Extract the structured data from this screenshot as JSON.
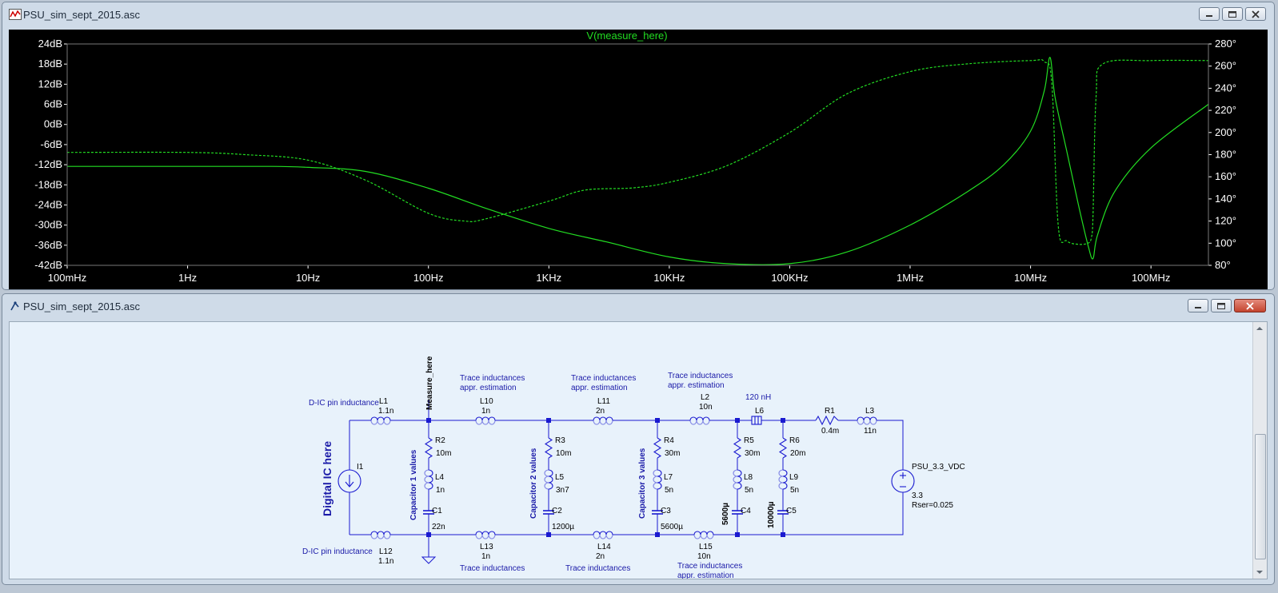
{
  "plot_window": {
    "title": "PSU_sim_sept_2015.asc",
    "trace_label": "V(measure_here)",
    "colors": {
      "background": "#000000",
      "trace": "#22dd22",
      "axis_text": "#ffffff"
    }
  },
  "chart_data": {
    "type": "line",
    "title": "V(measure_here)",
    "xscale": "log",
    "x_tick_labels": [
      "100mHz",
      "1Hz",
      "10Hz",
      "100Hz",
      "1KHz",
      "10KHz",
      "100KHz",
      "1MHz",
      "10MHz",
      "100MHz"
    ],
    "y_left_ticks": [
      "24dB",
      "18dB",
      "12dB",
      "6dB",
      "0dB",
      "-6dB",
      "-12dB",
      "-18dB",
      "-24dB",
      "-30dB",
      "-36dB",
      "-42dB"
    ],
    "y_right_ticks": [
      "280°",
      "260°",
      "240°",
      "220°",
      "200°",
      "180°",
      "160°",
      "140°",
      "120°",
      "100°",
      "80°"
    ],
    "ylim_left": [
      -42,
      24
    ],
    "ylim_right": [
      80,
      280
    ],
    "series": [
      {
        "style": "solid",
        "axis": "left",
        "x_hz": [
          0.1,
          1,
          5,
          10,
          30,
          100,
          300,
          1000,
          3000,
          10000,
          30000,
          100000,
          300000,
          1000000,
          3000000,
          6000000,
          10000000,
          13000000,
          14500000,
          16000000,
          20000000,
          25000000,
          30000000,
          33000000,
          36000000,
          50000000,
          100000000,
          300000000
        ],
        "values": [
          -12.5,
          -12.5,
          -12.5,
          -12.8,
          -14,
          -19,
          -25,
          -31,
          -35,
          -39.5,
          -41.5,
          -41.5,
          -38,
          -30,
          -20,
          -12,
          -2,
          10,
          20,
          8,
          -8,
          -24,
          -36,
          -40,
          -33,
          -20,
          -7,
          6
        ]
      },
      {
        "style": "dashed",
        "axis": "right",
        "x_hz": [
          0.1,
          1,
          3,
          10,
          30,
          100,
          200,
          300,
          1000,
          2000,
          5000,
          10000,
          30000,
          100000,
          300000,
          1000000,
          3000000,
          10000000,
          13000000,
          15000000,
          17000000,
          20000000,
          25000000,
          30000000,
          32000000,
          33000000,
          35000000,
          40000000,
          100000000,
          300000000
        ],
        "values": [
          182,
          182,
          180,
          175,
          157,
          127,
          120,
          122,
          138,
          148,
          150,
          155,
          170,
          200,
          235,
          255,
          262,
          265,
          264,
          245,
          115,
          102,
          99,
          100,
          105,
          125,
          232,
          262,
          265,
          265
        ]
      }
    ]
  },
  "schematic_window": {
    "title": "PSU_sim_sept_2015.asc",
    "colors": {
      "background": "#e8f2fb",
      "wire": "#1a1ad0",
      "label": "#1a1aa8"
    },
    "labels": {
      "trace1": "Trace inductances",
      "trace2": "appr. estimation",
      "dic_pin": "D-IC pin inductance",
      "digital_ic": "Digital IC here",
      "net_measure": "Measure_here",
      "cap1": "Capacitor 1 values",
      "cap2": "Capacitor 2 values",
      "cap3": "Capacitor 3 values",
      "l6_note": "120 nH"
    },
    "components": {
      "L1": {
        "name": "L1",
        "value": "1.1n"
      },
      "L12": {
        "name": "L12",
        "value": "1.1n"
      },
      "I1": {
        "name": "I1"
      },
      "R2": {
        "name": "R2",
        "value": "10m"
      },
      "L4": {
        "name": "L4",
        "value": "1n"
      },
      "C1": {
        "name": "C1",
        "value": "22n"
      },
      "L10": {
        "name": "L10",
        "value": "1n"
      },
      "L13": {
        "name": "L13",
        "value": "1n"
      },
      "R3": {
        "name": "R3",
        "value": "10m"
      },
      "L5": {
        "name": "L5",
        "value": "3n7"
      },
      "C2": {
        "name": "C2",
        "value": "1200µ"
      },
      "L11": {
        "name": "L11",
        "value": "2n"
      },
      "L14": {
        "name": "L14",
        "value": "2n"
      },
      "R4": {
        "name": "R4",
        "value": "30m"
      },
      "L7": {
        "name": "L7",
        "value": "5n"
      },
      "C3": {
        "name": "C3",
        "value": "5600µ"
      },
      "L2": {
        "name": "L2",
        "value": "10n"
      },
      "L15": {
        "name": "L15",
        "value": "10n"
      },
      "L6": {
        "name": "L6"
      },
      "R5": {
        "name": "R5",
        "value": "30m"
      },
      "L8": {
        "name": "L8",
        "value": "5n"
      },
      "C4": {
        "name": "C4",
        "value": "5600µ"
      },
      "R6": {
        "name": "R6",
        "value": "20m"
      },
      "L9": {
        "name": "L9",
        "value": "5n"
      },
      "C5": {
        "name": "C5",
        "value": "10000µ"
      },
      "R1": {
        "name": "R1",
        "value": "0.4m"
      },
      "L3": {
        "name": "L3",
        "value": "11n"
      },
      "V1": {
        "name": "PSU_3.3_VDC",
        "value": "3.3",
        "param": "Rser=0.025"
      }
    }
  }
}
